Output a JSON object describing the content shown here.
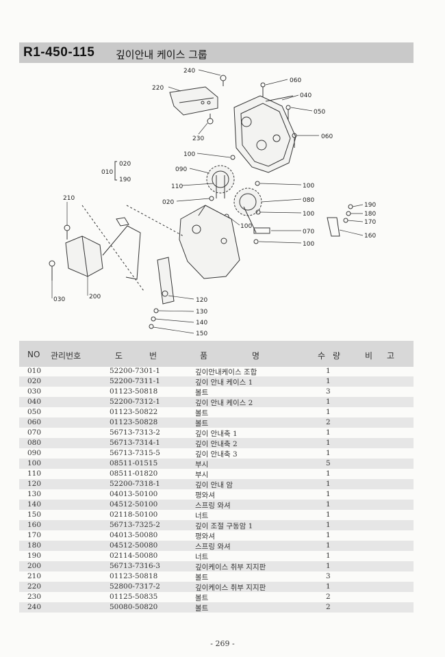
{
  "header": {
    "code": "R1-450-115",
    "title": "깊이안내 케이스 그룹"
  },
  "diagram": {
    "labels": [
      "240",
      "060",
      "220",
      "040",
      "050",
      "230",
      "060",
      "100",
      "020",
      "190",
      "090",
      "110",
      "100",
      "020",
      "080",
      "100",
      "210",
      "100",
      "070",
      "100",
      "190",
      "180",
      "170",
      "160",
      "030",
      "200",
      "120",
      "130",
      "140",
      "150"
    ],
    "bracket_label": "010"
  },
  "table": {
    "headers": [
      "NO",
      "관리번호",
      "도",
      "번",
      "품",
      "명",
      "수",
      "량",
      "비",
      "고"
    ],
    "rows": [
      {
        "no": "010",
        "part": "52200-7301-1",
        "name": "깊이안내케이스 조합",
        "qty": "1"
      },
      {
        "no": "020",
        "part": "52200-7311-1",
        "name": "깊이 안내 케이스 1",
        "qty": "1"
      },
      {
        "no": "030",
        "part": "01123-50818",
        "name": "볼트",
        "qty": "3"
      },
      {
        "no": "040",
        "part": "52200-7312-1",
        "name": "깊이 안내 케이스 2",
        "qty": "1"
      },
      {
        "no": "050",
        "part": "01123-50822",
        "name": "볼트",
        "qty": "1"
      },
      {
        "no": "060",
        "part": "01123-50828",
        "name": "볼트",
        "qty": "2"
      },
      {
        "no": "070",
        "part": "56713-7313-2",
        "name": "깊이 안내축 1",
        "qty": "1"
      },
      {
        "no": "080",
        "part": "56713-7314-1",
        "name": "깊이 안내축 2",
        "qty": "1"
      },
      {
        "no": "090",
        "part": "56713-7315-5",
        "name": "깊이 안내축 3",
        "qty": "1"
      },
      {
        "no": "100",
        "part": "08511-01515",
        "name": "부시",
        "qty": "5"
      },
      {
        "no": "110",
        "part": "08511-01820",
        "name": "부시",
        "qty": "1"
      },
      {
        "no": "120",
        "part": "52200-7318-1",
        "name": "깊이 안내 암",
        "qty": "1"
      },
      {
        "no": "130",
        "part": "04013-50100",
        "name": "평와셔",
        "qty": "1"
      },
      {
        "no": "140",
        "part": "04512-50100",
        "name": "스프링 와셔",
        "qty": "1"
      },
      {
        "no": "150",
        "part": "02118-50100",
        "name": "너트",
        "qty": "1"
      },
      {
        "no": "160",
        "part": "56713-7325-2",
        "name": "깊이 조절 구동암 1",
        "qty": "1"
      },
      {
        "no": "170",
        "part": "04013-50080",
        "name": "평와셔",
        "qty": "1"
      },
      {
        "no": "180",
        "part": "04512-50080",
        "name": "스프링 와셔",
        "qty": "1"
      },
      {
        "no": "190",
        "part": "02114-50080",
        "name": "너트",
        "qty": "1"
      },
      {
        "no": "200",
        "part": "56713-7316-3",
        "name": "깊이케이스 취부 지지판",
        "qty": "1"
      },
      {
        "no": "210",
        "part": "01123-50818",
        "name": "볼트",
        "qty": "3"
      },
      {
        "no": "220",
        "part": "52800-7317-2",
        "name": "깊이케이스 취부 지지판",
        "qty": "1"
      },
      {
        "no": "230",
        "part": "01125-50835",
        "name": "볼트",
        "qty": "2"
      },
      {
        "no": "240",
        "part": "50080-50820",
        "name": "볼트",
        "qty": "2"
      }
    ]
  },
  "footer": {
    "page": "- 269 -"
  }
}
